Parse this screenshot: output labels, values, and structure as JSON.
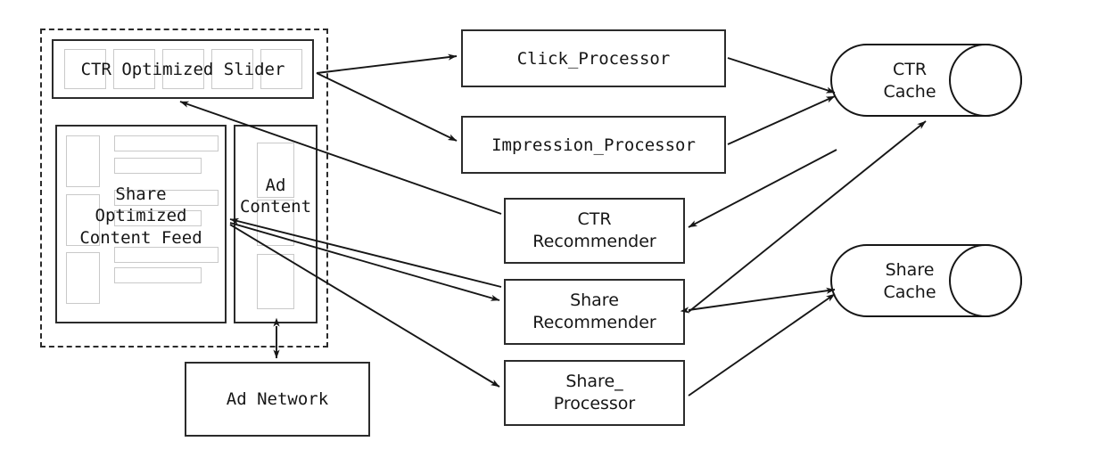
{
  "diagram": {
    "title": "CTR and Share optimized recommendation architecture",
    "type": "architecture-flow",
    "colors": {
      "stroke": "#161616",
      "box_border": "#2b2b2b",
      "placeholder_border": "#c9c9c9",
      "background": "#ffffff"
    }
  },
  "client_region": {
    "name": "dashed-client-boundary",
    "style": "dashed"
  },
  "nodes": {
    "slider": {
      "label": "CTR Optimized Slider",
      "shape": "rect-with-wireframe",
      "tile_count": 5
    },
    "content_feed": {
      "label": "Share\nOptimized\nContent Feed",
      "shape": "rect-with-wireframe",
      "row_count": 3
    },
    "ad_content": {
      "label": "Ad\nContent",
      "shape": "rect-with-wireframe",
      "slot_count": 3
    },
    "ad_network": {
      "label": "Ad Network",
      "shape": "rect"
    },
    "click_processor": {
      "label": "Click_Processor",
      "shape": "rect"
    },
    "impression_processor": {
      "label": "Impression_Processor",
      "shape": "rect"
    },
    "ctr_recommender": {
      "label": "CTR\nRecommender",
      "shape": "rect"
    },
    "share_recommender": {
      "label": "Share\nRecommender",
      "shape": "rect"
    },
    "share_processor": {
      "label": "Share_\nProcessor",
      "shape": "rect"
    },
    "ctr_cache": {
      "label": "CTR\nCache",
      "shape": "cylinder"
    },
    "share_cache": {
      "label": "Share\nCache",
      "shape": "cylinder"
    }
  },
  "edges": [
    {
      "from": "slider",
      "to": "click_processor",
      "direction": "one-way"
    },
    {
      "from": "slider",
      "to": "impression_processor",
      "direction": "one-way"
    },
    {
      "from": "click_processor",
      "to": "ctr_cache",
      "direction": "one-way"
    },
    {
      "from": "impression_processor",
      "to": "ctr_cache",
      "direction": "one-way"
    },
    {
      "from": "ctr_recommender",
      "to": "slider",
      "direction": "one-way"
    },
    {
      "from": "ctr_cache",
      "to": "ctr_recommender",
      "direction": "one-way"
    },
    {
      "from": "content_feed",
      "to": "share_recommender",
      "direction": "one-way"
    },
    {
      "from": "content_feed",
      "to": "share_processor",
      "direction": "one-way"
    },
    {
      "from": "share_recommender",
      "to": "content_feed",
      "direction": "one-way"
    },
    {
      "from": "share_recommender",
      "to": "share_cache",
      "direction": "two-way"
    },
    {
      "from": "share_recommender",
      "to": "ctr_cache",
      "direction": "one-way"
    },
    {
      "from": "share_processor",
      "to": "share_cache",
      "direction": "one-way"
    },
    {
      "from": "ad_content",
      "to": "ad_network",
      "direction": "two-way"
    }
  ]
}
